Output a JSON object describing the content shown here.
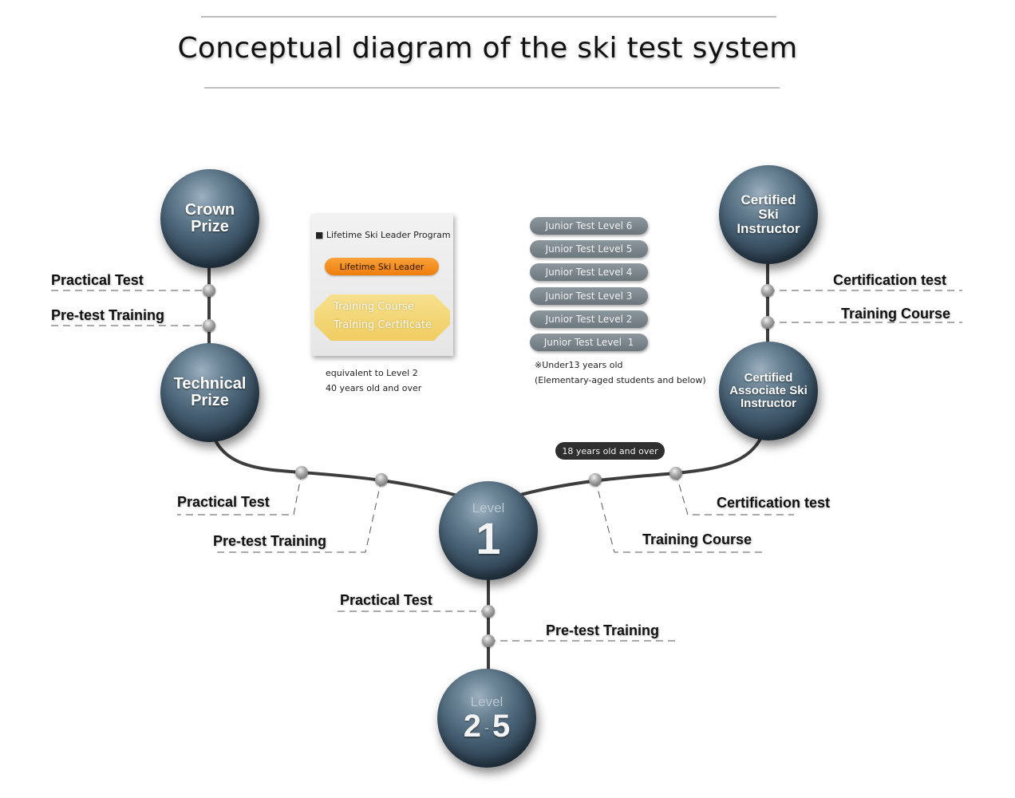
{
  "title": "Conceptual diagram of the ski test system",
  "nodes": {
    "crown_prize": "Crown\nPrize",
    "technical_prize": "Technical\nPrize",
    "certified_instructor": "Certified\nSki\nInstructor",
    "associate_instructor": "Certified\nAssociate Ski\nInstructor",
    "level1": {
      "label": "Level",
      "value": "1"
    },
    "level2_5": {
      "label": "Level",
      "from": "2",
      "sep": "-",
      "to": "5"
    }
  },
  "steps": {
    "left_top_practical": "Practical Test",
    "left_top_pretest": "Pre-test Training",
    "right_top_cert": "Certification test",
    "right_top_training": "Training Course",
    "left_mid_practical": "Practical Test",
    "left_mid_pretest": "Pre-test Training",
    "right_mid_cert": "Certification test",
    "right_mid_training": "Training Course",
    "bottom_practical": "Practical Test",
    "bottom_pretest": "Pre-test Training"
  },
  "lifetime": {
    "title": "■ Lifetime Ski Leader Program",
    "pill": "Lifetime Ski Leader",
    "course": "Training Course",
    "certificate": "Training Certificate",
    "note_line1": "equivalent to Level 2",
    "note_line2": "40 years old and over"
  },
  "junior": {
    "levels": [
      "Junior Test Level 6",
      "Junior Test Level 5",
      "Junior Test Level 4",
      "Junior Test Level 3",
      "Junior Test Level 2",
      "Junior Test Level  1"
    ],
    "note_line1": "※Under13 years old",
    "note_line2": "(Elementary-aged students and below)"
  },
  "age_badge": "18 years old and over"
}
